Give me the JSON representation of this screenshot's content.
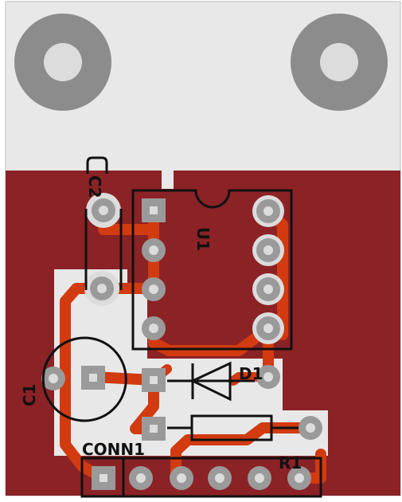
{
  "colors": {
    "background": "#ffffff",
    "board": "#e8e8e8",
    "copper_fill": "#8b2226",
    "trace": "#d23a0f",
    "pad": "#9a9a9a",
    "hole": "#dcdcdc",
    "silkscreen": "#111111",
    "mount_pad": "#8c8c8c"
  },
  "components": {
    "c2": {
      "label": "C2"
    },
    "u1": {
      "label": "U1"
    },
    "d1": {
      "label": "D1"
    },
    "c1": {
      "label": "C1"
    },
    "r1": {
      "label": "R1"
    },
    "conn1": {
      "label": "CONN1"
    }
  }
}
